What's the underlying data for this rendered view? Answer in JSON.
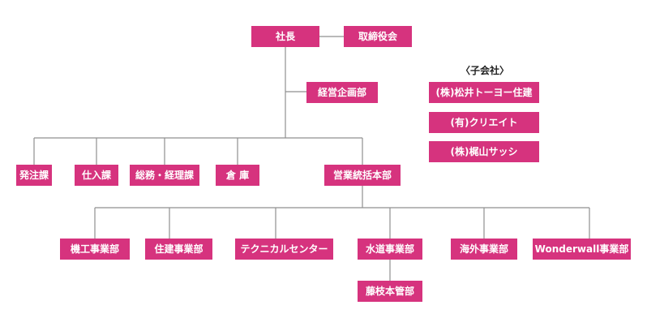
{
  "colors": {
    "box": "#d6337e",
    "box_text": "#ffffff",
    "line": "#8f8f8f"
  },
  "top": {
    "president": "社長",
    "board": "取締役会"
  },
  "planning": "経営企画部",
  "departments": [
    "発注課",
    "仕入課",
    "総務・経理課",
    "倉 庫",
    "営業統括本部"
  ],
  "divisions": [
    "機工事業部",
    "住建事業部",
    "テクニカルセンター",
    "水道事業部",
    "海外事業部",
    "Wonderwall事業部"
  ],
  "sub_division": "藤枝本管部",
  "subsidiaries": {
    "title": "〈子会社〉",
    "items": [
      "(株)松井トーヨー住建",
      "(有)クリエイト",
      "(株)梶山サッシ"
    ]
  }
}
